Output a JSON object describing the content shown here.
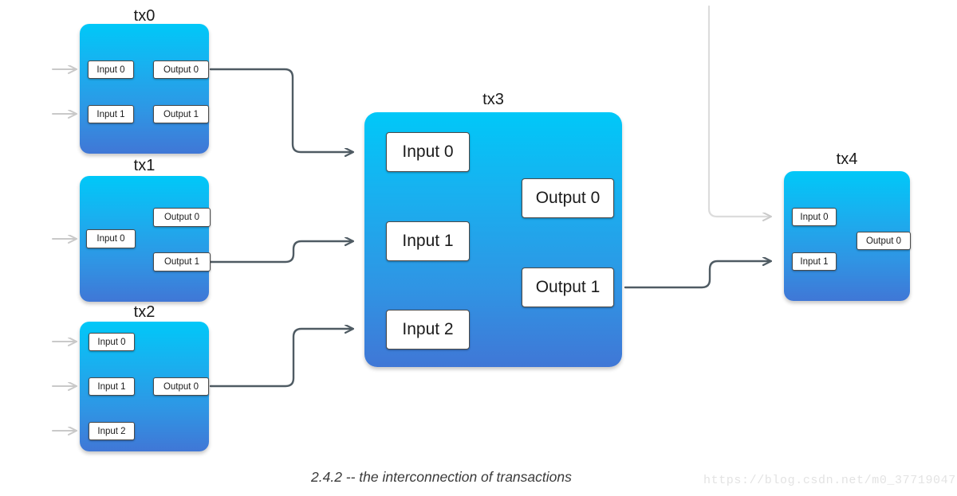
{
  "diagram": {
    "caption": "2.4.2 -- the interconnection of transactions",
    "watermark": "https://blog.csdn.net/m0_37719047",
    "colors": {
      "box_gradient_top": "#00c8f8",
      "box_gradient_bottom": "#4077d6",
      "wire_dark": "#4f5b63",
      "wire_light": "#dcdcdc",
      "port_border": "#4a4a4a",
      "port_fill": "#ffffff",
      "text": "#1a1a1a",
      "caption_color": "#3a3a3a",
      "watermark_color": "#e3e3e3",
      "background": "#ffffff"
    },
    "transactions": [
      {
        "id": "tx0",
        "label": "tx0",
        "inputs": [
          "Input 0",
          "Input 1"
        ],
        "outputs": [
          "Output 0",
          "Output 1"
        ]
      },
      {
        "id": "tx1",
        "label": "tx1",
        "inputs": [
          "Input 0"
        ],
        "outputs": [
          "Output 0",
          "Output 1"
        ]
      },
      {
        "id": "tx2",
        "label": "tx2",
        "inputs": [
          "Input 0",
          "Input 1",
          "Input 2"
        ],
        "outputs": [
          "Output 0"
        ]
      },
      {
        "id": "tx3",
        "label": "tx3",
        "inputs": [
          "Input 0",
          "Input 1",
          "Input 2"
        ],
        "outputs": [
          "Output 0",
          "Output 1"
        ]
      },
      {
        "id": "tx4",
        "label": "tx4",
        "inputs": [
          "Input 0",
          "Input 1"
        ],
        "outputs": [
          "Output 0"
        ]
      }
    ],
    "connections": [
      {
        "from": "tx0.Output 0",
        "to": "tx3.Input 0",
        "style": "dark"
      },
      {
        "from": "tx1.Output 1",
        "to": "tx3.Input 1",
        "style": "dark"
      },
      {
        "from": "tx2.Output 0",
        "to": "tx3.Input 2",
        "style": "dark"
      },
      {
        "from": "tx3.Output 1",
        "to": "tx4.Input 1",
        "style": "dark"
      },
      {
        "from": "external",
        "to": "tx4.Input 0",
        "style": "light"
      },
      {
        "from": "external",
        "to": "tx0.Input 0",
        "style": "light"
      },
      {
        "from": "external",
        "to": "tx0.Input 1",
        "style": "light"
      },
      {
        "from": "external",
        "to": "tx1.Input 0",
        "style": "light"
      },
      {
        "from": "external",
        "to": "tx2.Input 0",
        "style": "light"
      },
      {
        "from": "external",
        "to": "tx2.Input 1",
        "style": "light"
      },
      {
        "from": "external",
        "to": "tx2.Input 2",
        "style": "light"
      }
    ]
  }
}
